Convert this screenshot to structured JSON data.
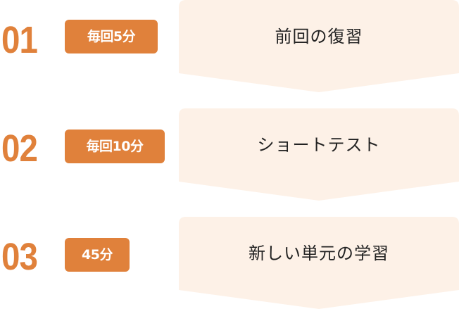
{
  "steps": [
    {
      "number": "01",
      "time": "毎回5分",
      "label": "前回の復習"
    },
    {
      "number": "02",
      "time": "毎回10分",
      "label": "ショートテスト"
    },
    {
      "number": "03",
      "time": "45分",
      "label": "新しい単元の学習"
    }
  ],
  "colors": {
    "accent": "#e0813b",
    "box_fill": "#fdf1e7",
    "text": "#222222"
  }
}
